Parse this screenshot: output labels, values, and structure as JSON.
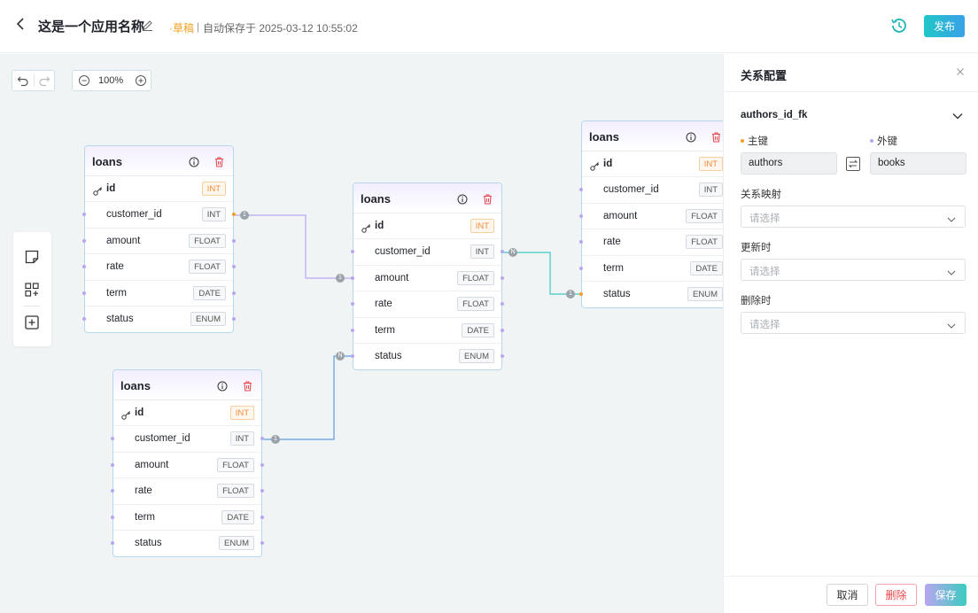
{
  "header": {
    "back_icon": "chevron-left-icon",
    "app_name": "这是一个应用名称",
    "status": "·草稿",
    "separator": "|",
    "autosave": "自动保存于 2025-03-12 10:55:02",
    "publish_label": "发布"
  },
  "toolbar": {
    "zoom": "100%"
  },
  "tables": [
    {
      "name": "loans",
      "columns": [
        {
          "name": "id",
          "type": "INT",
          "pk": true
        },
        {
          "name": "customer_id",
          "type": "INT"
        },
        {
          "name": "amount",
          "type": "FLOAT"
        },
        {
          "name": "rate",
          "type": "FLOAT"
        },
        {
          "name": "term",
          "type": "DATE"
        },
        {
          "name": "status",
          "type": "ENUM"
        }
      ]
    },
    {
      "name": "loans",
      "columns": [
        {
          "name": "id",
          "type": "INT",
          "pk": true
        },
        {
          "name": "customer_id",
          "type": "INT"
        },
        {
          "name": "amount",
          "type": "FLOAT"
        },
        {
          "name": "rate",
          "type": "FLOAT"
        },
        {
          "name": "term",
          "type": "DATE"
        },
        {
          "name": "status",
          "type": "ENUM"
        }
      ]
    },
    {
      "name": "loans",
      "columns": [
        {
          "name": "id",
          "type": "INT",
          "pk": true
        },
        {
          "name": "customer_id",
          "type": "INT"
        },
        {
          "name": "amount",
          "type": "FLOAT"
        },
        {
          "name": "rate",
          "type": "FLOAT"
        },
        {
          "name": "term",
          "type": "DATE"
        },
        {
          "name": "status",
          "type": "ENUM"
        }
      ]
    },
    {
      "name": "loans",
      "columns": [
        {
          "name": "id",
          "type": "INT",
          "pk": true
        },
        {
          "name": "customer_id",
          "type": "INT"
        },
        {
          "name": "amount",
          "type": "FLOAT"
        },
        {
          "name": "rate",
          "type": "FLOAT"
        },
        {
          "name": "term",
          "type": "DATE"
        },
        {
          "name": "status",
          "type": "ENUM"
        }
      ]
    }
  ],
  "edges": [
    {
      "badge_from": "1",
      "badge_to": "1"
    },
    {
      "badge_from": "N",
      "badge_to": "1"
    },
    {
      "badge_from": "1",
      "badge_to": "N"
    }
  ],
  "panel": {
    "title": "关系配置",
    "relation_name": "authors_id_fk",
    "primary_key_label": "主键",
    "foreign_key_label": "外键",
    "primary_key_value": "authors",
    "foreign_key_value": "books",
    "mapping_label": "关系映射",
    "on_update_label": "更新时",
    "on_delete_label": "删除时",
    "placeholder": "请选择",
    "cancel_label": "取消",
    "delete_label": "删除",
    "save_label": "保存"
  },
  "colors": {
    "accent": "#1fc7c7",
    "purple": "#b9a6ef",
    "orange": "#f0a020",
    "danger": "#e5484d"
  }
}
